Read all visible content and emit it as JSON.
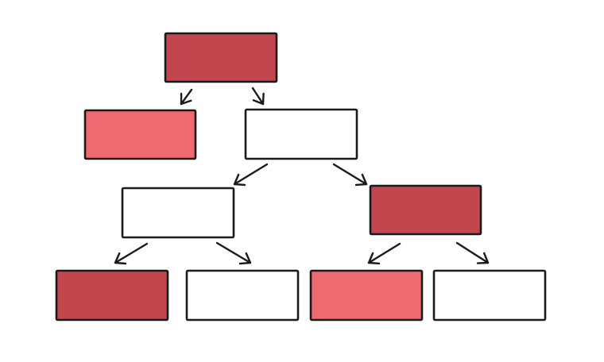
{
  "colors": {
    "dark_red": "#c2464d",
    "light_red": "#ec6a70",
    "empty": "#ffffff",
    "stroke": "#1a1a1a"
  },
  "nodes": [
    {
      "id": "root",
      "fill": "dark_red"
    },
    {
      "id": "left-child",
      "fill": "light_red"
    },
    {
      "id": "right-child",
      "fill": "empty"
    },
    {
      "id": "right-left-child",
      "fill": "empty"
    },
    {
      "id": "right-right-child",
      "fill": "dark_red"
    },
    {
      "id": "leaf-1",
      "fill": "dark_red"
    },
    {
      "id": "leaf-2",
      "fill": "empty"
    },
    {
      "id": "leaf-3",
      "fill": "light_red"
    },
    {
      "id": "leaf-4",
      "fill": "empty"
    }
  ],
  "edges": [
    {
      "from": "root",
      "to": "left-child"
    },
    {
      "from": "root",
      "to": "right-child"
    },
    {
      "from": "right-child",
      "to": "right-left-child"
    },
    {
      "from": "right-child",
      "to": "right-right-child"
    },
    {
      "from": "right-left-child",
      "to": "leaf-1"
    },
    {
      "from": "right-left-child",
      "to": "leaf-2"
    },
    {
      "from": "right-right-child",
      "to": "leaf-3"
    },
    {
      "from": "right-right-child",
      "to": "leaf-4"
    }
  ]
}
